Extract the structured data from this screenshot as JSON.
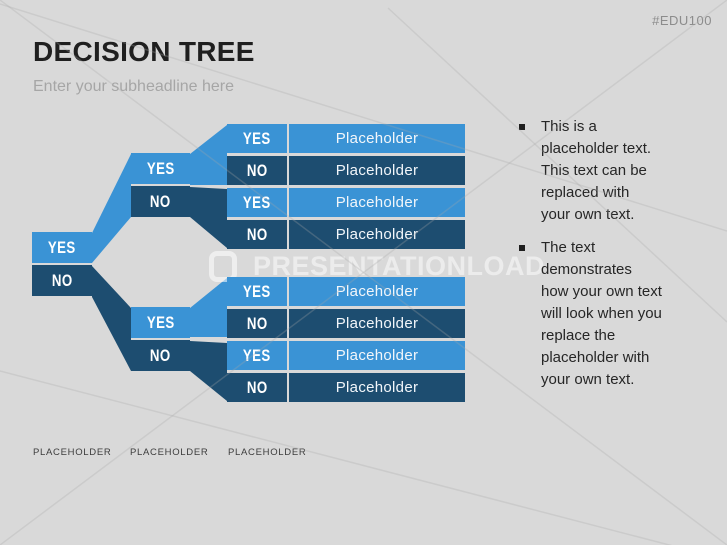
{
  "slide": {
    "tag": "#EDU100"
  },
  "header": {
    "title": "DECISION TREE",
    "subtitle": "Enter your subheadline here"
  },
  "tree": {
    "root": {
      "yes_label": "YES",
      "no_label": "NO"
    },
    "branch_top": {
      "yes_label": "YES",
      "no_label": "NO"
    },
    "branch_bottom": {
      "yes_label": "YES",
      "no_label": "NO"
    },
    "rows": [
      {
        "label": "YES",
        "text": "Placeholder",
        "variant": "light"
      },
      {
        "label": "NO",
        "text": "Placeholder",
        "variant": "dark"
      },
      {
        "label": "YES",
        "text": "Placeholder",
        "variant": "light"
      },
      {
        "label": "NO",
        "text": "Placeholder",
        "variant": "dark"
      },
      {
        "label": "YES",
        "text": "Placeholder",
        "variant": "light"
      },
      {
        "label": "NO",
        "text": "Placeholder",
        "variant": "dark"
      },
      {
        "label": "YES",
        "text": "Placeholder",
        "variant": "light"
      },
      {
        "label": "NO",
        "text": "Placeholder",
        "variant": "dark"
      }
    ],
    "column_labels": [
      "PLACEHOLDER",
      "PLACEHOLDER",
      "PLACEHOLDER"
    ]
  },
  "sidebar": {
    "bullets": [
      "This is a placeholder text. This text can be replaced with your own text.",
      "The text demonstrates how your own text will look when you replace the placeholder with your own text."
    ]
  },
  "watermark": {
    "text": "PRESENTATIONLOAD"
  },
  "colors": {
    "light_blue": "#3a93d5",
    "dark_blue": "#1d4d70",
    "background": "#d9d9d9",
    "title_text": "#1f1f1f",
    "subtitle_text": "#a6a6a6",
    "tag_text": "#8c8c8c"
  }
}
